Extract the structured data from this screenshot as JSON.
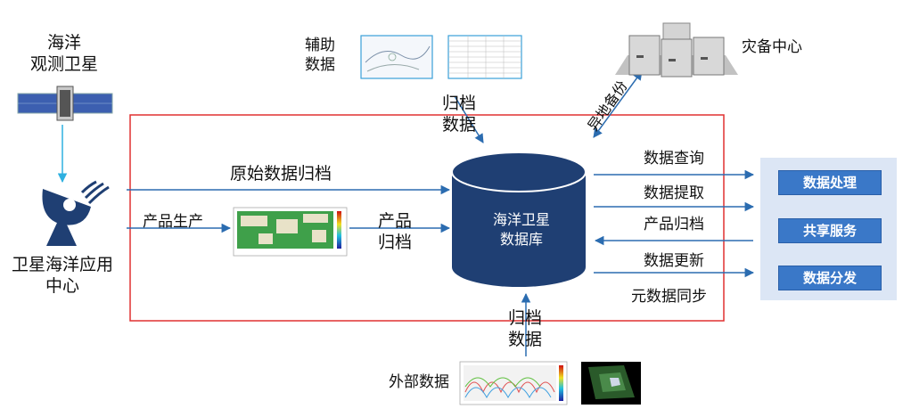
{
  "satellite_label": [
    "海洋",
    "观测卫星"
  ],
  "center_label": [
    "卫星海洋应用",
    "中心"
  ],
  "aux_data_label": [
    "辅助",
    "数据"
  ],
  "disaster_center_label": "灾备中心",
  "archive_aux_label": [
    "归档",
    "数据"
  ],
  "remote_backup_label": "异地备份",
  "raw_archive_label": "原始数据归档",
  "product_production_label": "产品生产",
  "product_archive_label": [
    "产品",
    "归档"
  ],
  "database_label": [
    "海洋卫星",
    "数据库"
  ],
  "right_flows": [
    "数据查询",
    "数据提取",
    "产品归档",
    "数据更新",
    "元数据同步"
  ],
  "services": [
    "数据处理",
    "共享服务",
    "数据分发"
  ],
  "external_archive_label": [
    "归档",
    "数据"
  ],
  "external_data_label": "外部数据",
  "colors": {
    "frame": "#e03030",
    "arrow": "#2b6cb0",
    "cyan_arrow": "#2eb0e0",
    "database": "#1f3f73",
    "service_button": "#3a78c8",
    "service_panel": "#dce6f5"
  }
}
